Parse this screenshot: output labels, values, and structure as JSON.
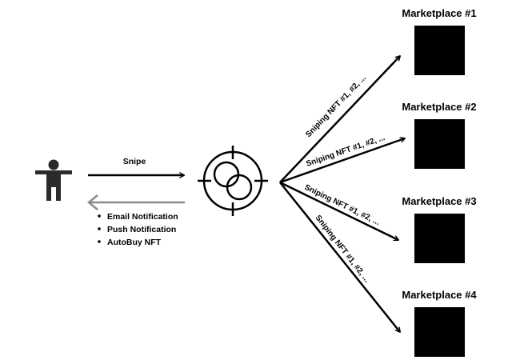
{
  "diagram": {
    "marketplaces": [
      {
        "title": "Marketplace #1",
        "edge_label": "Sniping NFT #1, #2, ..."
      },
      {
        "title": "Marketplace #2",
        "edge_label": "Sniping NFT #1, #2, ..."
      },
      {
        "title": "Marketplace #3",
        "edge_label": "Sniping NFT #1, #2, ..."
      },
      {
        "title": "Marketplace #4",
        "edge_label": "Sniping NFT #1, #2, ..."
      }
    ],
    "request_label": "Snipe",
    "responses": [
      {
        "label": "Email Notification"
      },
      {
        "label": "Push Notification"
      },
      {
        "label": "AutoBuy NFT"
      }
    ],
    "colors": {
      "primary": "#000000",
      "response_arrow": "#8a8a8a",
      "user_icon": "#2b2b2b",
      "marketplace_box": "#000000"
    },
    "icons": {
      "user": "person-icon",
      "sniper": "crosshair-scope-icon"
    }
  }
}
